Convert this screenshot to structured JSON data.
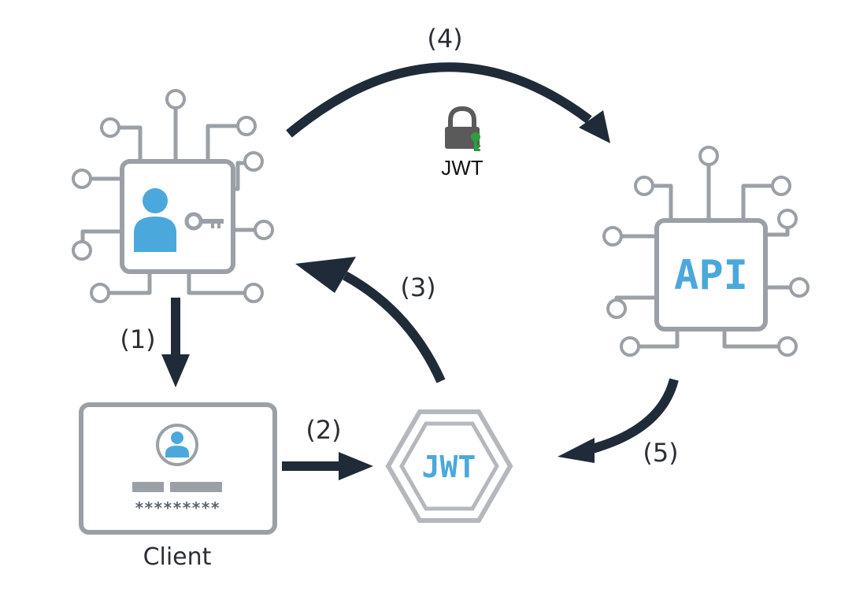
{
  "steps": {
    "step1": "(1)",
    "step2": "(2)",
    "step3": "(3)",
    "step4": "(4)",
    "step5": "(5)"
  },
  "client": {
    "label": "Client",
    "password_mask": "*********"
  },
  "jwt_token": {
    "hex_label": "JWT",
    "lock_label": "JWT"
  },
  "api": {
    "label": "API"
  },
  "colors": {
    "accent_blue": "#4aa8dc",
    "circuit_gray": "#9aa0a6",
    "arrow_dark": "#1f2b38",
    "key_green": "#2e9e3a"
  },
  "icons": [
    "user-icon",
    "key-icon",
    "lock-icon",
    "avatar-icon"
  ]
}
